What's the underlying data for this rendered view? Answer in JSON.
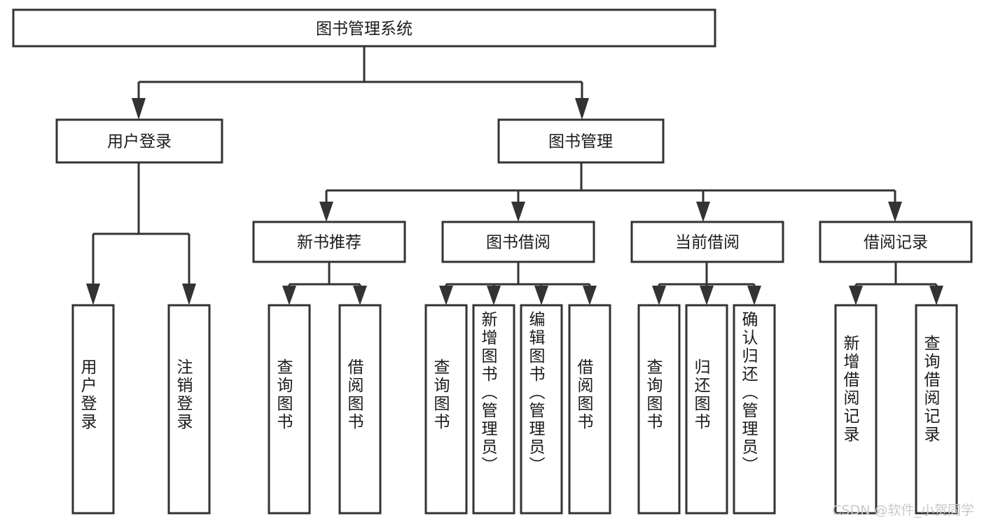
{
  "diagram": {
    "type": "tree",
    "title": "图书管理系统",
    "root": {
      "id": "root",
      "label": "图书管理系统"
    },
    "level2": [
      {
        "id": "user-login",
        "label": "用户登录"
      },
      {
        "id": "book-manage",
        "label": "图书管理"
      }
    ],
    "level3": [
      {
        "id": "new-book-recommend",
        "label": "新书推荐",
        "parent": "book-manage"
      },
      {
        "id": "book-borrow",
        "label": "图书借阅",
        "parent": "book-manage"
      },
      {
        "id": "current-borrow",
        "label": "当前借阅",
        "parent": "book-manage"
      },
      {
        "id": "borrow-record",
        "label": "借阅记录",
        "parent": "book-manage"
      }
    ],
    "leaves": [
      {
        "id": "leaf-user-login",
        "label": "用户登录",
        "parent": "user-login"
      },
      {
        "id": "leaf-user-logout",
        "label": "注销登录",
        "parent": "user-login"
      },
      {
        "id": "leaf-query-book-1",
        "label": "查询图书",
        "parent": "new-book-recommend"
      },
      {
        "id": "leaf-borrow-book-1",
        "label": "借阅图书",
        "parent": "new-book-recommend"
      },
      {
        "id": "leaf-query-book-2",
        "label": "查询图书",
        "parent": "book-borrow"
      },
      {
        "id": "leaf-add-book",
        "label": "新增图书（管理员）",
        "parent": "book-borrow"
      },
      {
        "id": "leaf-edit-book",
        "label": "编辑图书（管理员）",
        "parent": "book-borrow"
      },
      {
        "id": "leaf-borrow-book-2",
        "label": "借阅图书",
        "parent": "book-borrow"
      },
      {
        "id": "leaf-query-book-3",
        "label": "查询图书",
        "parent": "current-borrow"
      },
      {
        "id": "leaf-return-book",
        "label": "归还图书",
        "parent": "current-borrow"
      },
      {
        "id": "leaf-confirm-return",
        "label": "确认归还（管理员）",
        "parent": "current-borrow"
      },
      {
        "id": "leaf-add-record",
        "label": "新增借阅记录",
        "parent": "borrow-record"
      },
      {
        "id": "leaf-query-record",
        "label": "查询借阅记录",
        "parent": "borrow-record"
      }
    ],
    "colors": {
      "stroke": "#333333",
      "fill": "#ffffff",
      "text": "#1b1b1b",
      "watermark": "#c9c9c9"
    }
  },
  "watermark": {
    "text": "CSDN @软件_小贺同学"
  }
}
